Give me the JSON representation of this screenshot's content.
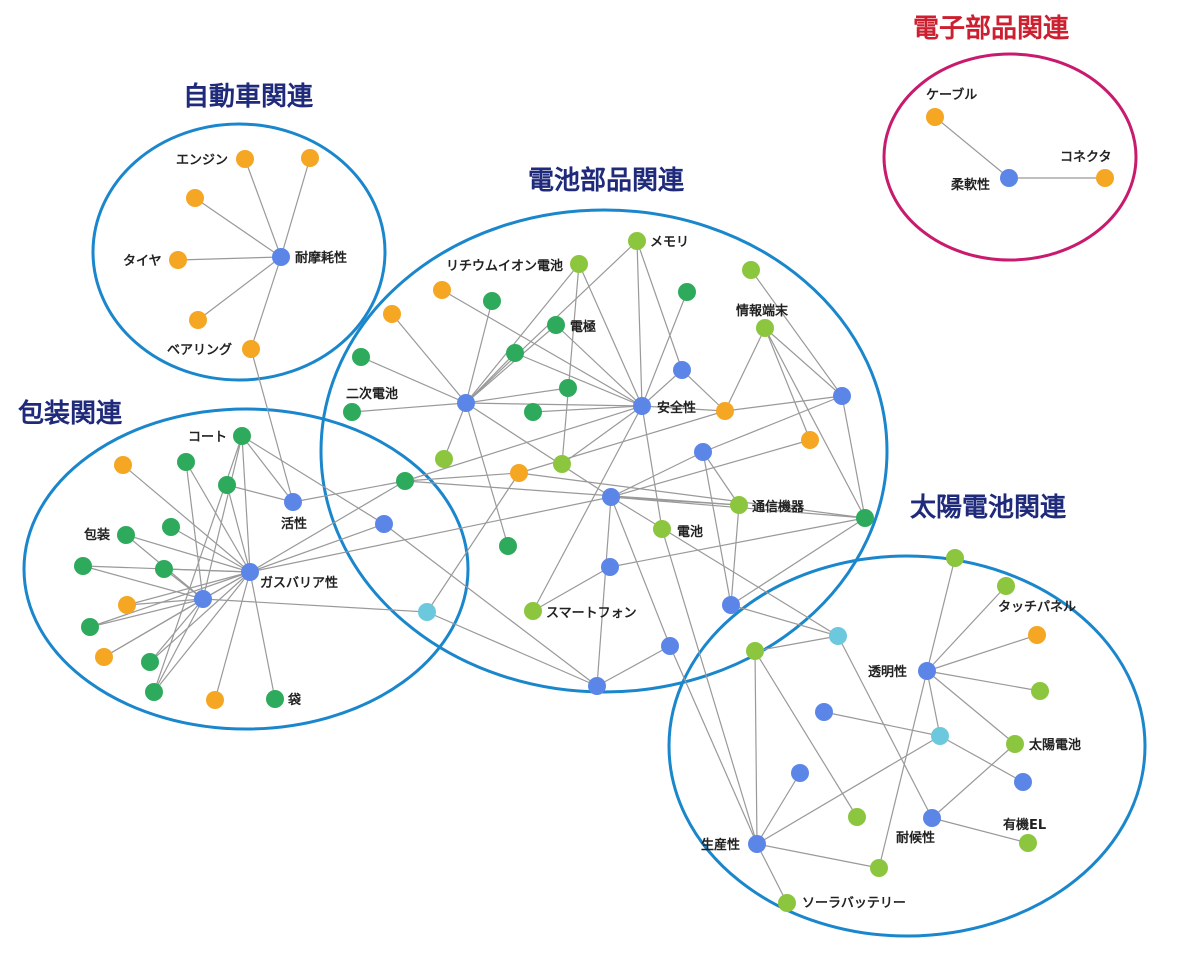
{
  "colors": {
    "cluster_border": "#1a86cc",
    "electronic_border": "#c81b6e",
    "title_navy": "#1f2a7a",
    "title_red": "#cc1f2f",
    "edge": "#999999",
    "property_blue": "#5b86e8",
    "orange": "#f5a623",
    "dark_green": "#2eaa5c",
    "light_green": "#8cc63f",
    "cyan": "#6cc8dc"
  },
  "clusters": [
    {
      "id": "auto",
      "title": "自動車関連",
      "color": "navy"
    },
    {
      "id": "packaging",
      "title": "包装関連",
      "color": "navy"
    },
    {
      "id": "battery",
      "title": "電池部品関連",
      "color": "navy"
    },
    {
      "id": "solar",
      "title": "太陽電池関連",
      "color": "navy"
    },
    {
      "id": "electronic",
      "title": "電子部品関連",
      "color": "red"
    }
  ],
  "labels": {
    "engine": "エンジン",
    "tire": "タイヤ",
    "bearing": "ベアリング",
    "wear_resistance": "耐摩耗性",
    "cable": "ケーブル",
    "connector": "コネクタ",
    "flexibility": "柔軟性",
    "coat": "コート",
    "activity": "活性",
    "packaging": "包装",
    "gas_barrier": "ガスバリア性",
    "bag": "袋",
    "lithium_ion": "リチウムイオン電池",
    "memory": "メモリ",
    "electrode": "電極",
    "info_terminal": "情報端末",
    "secondary_battery": "二次電池",
    "safety": "安全性",
    "comm_device": "通信機器",
    "battery": "電池",
    "smartphone": "スマートフォン",
    "touch_panel": "タッチパネル",
    "transparency": "透明性",
    "solar_cell": "太陽電池",
    "organic_el": "有機EL",
    "weather_resistance": "耐候性",
    "productivity": "生産性",
    "solar_battery": "ソーラバッテリー"
  }
}
